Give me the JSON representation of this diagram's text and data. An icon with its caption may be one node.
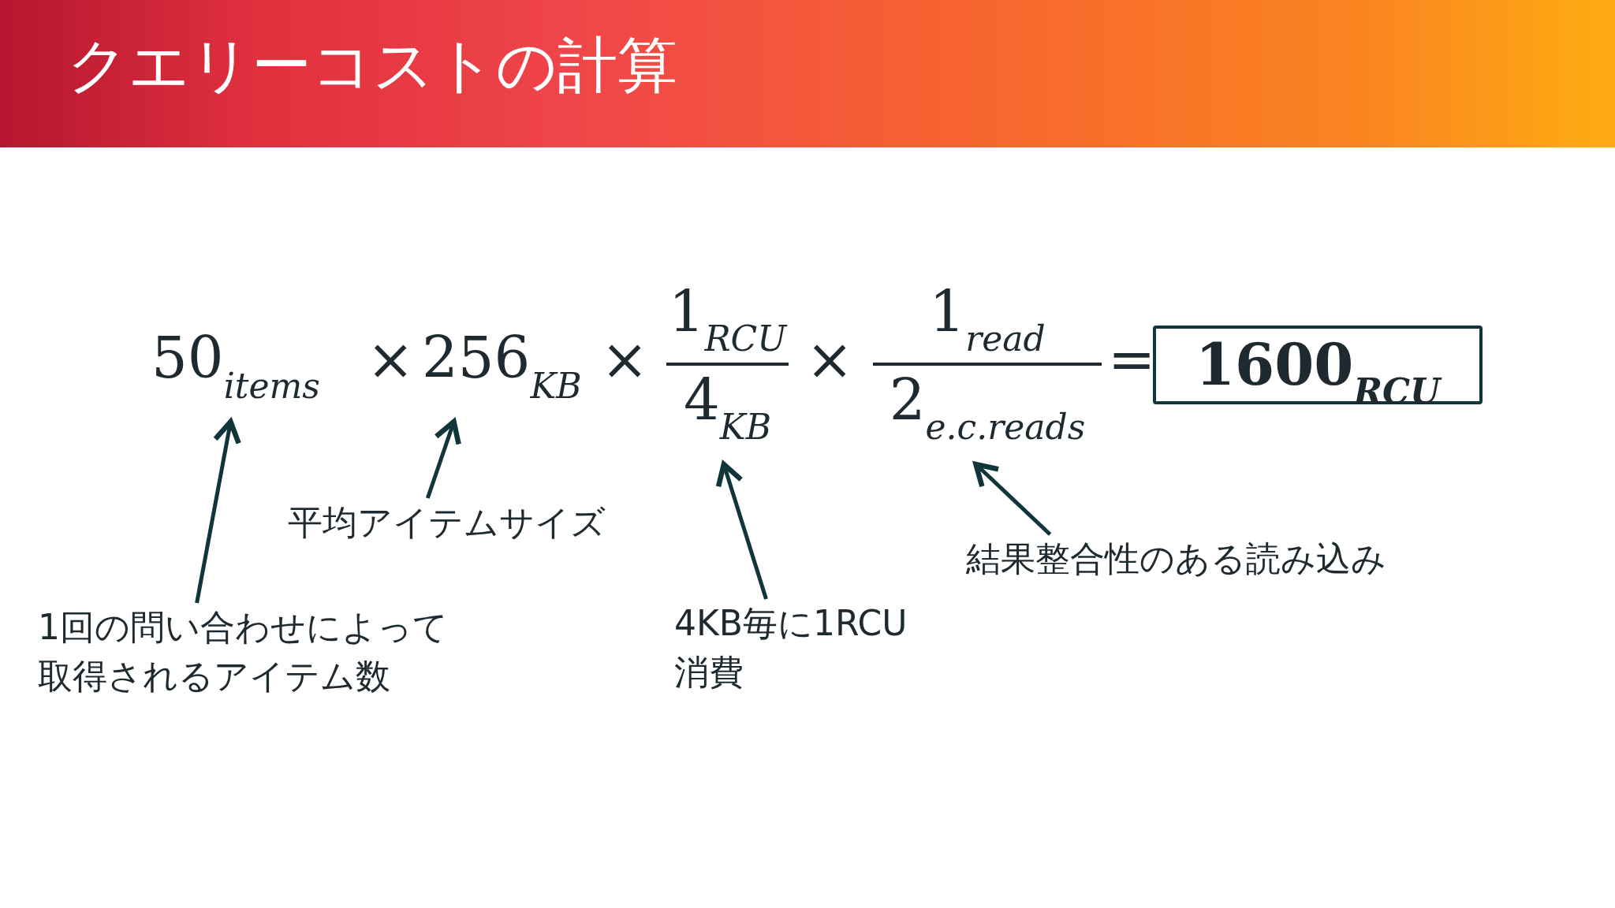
{
  "diagram": {
    "title": "クエリーコストの計算",
    "nodes": [
      {
        "text": [
          "50$_{items}$"
        ]
      },
      {
        "text": [
          "256$_{KB}$"
        ]
      },
      {
        "text": [
          "1$_{RCU}$"
        ]
      },
      {
        "text": [
          "4$_{KB}$"
        ]
      },
      {
        "text": [
          "1$_{read}$"
        ]
      },
      {
        "text": [
          "2$_{e.c.reads}$"
        ]
      },
      {
        "text": [
          "1600$_{RCU}$"
        ]
      },
      {
        "text": [
          "1回の問い合わせによって取得されるアイテム数"
        ]
      },
      {
        "text": [
          "平均アイテムサイズ"
        ]
      },
      {
        "text": [
          "4KB毎に1RCU消費"
        ]
      },
      {
        "text": [
          "結果整合性のある読み込み"
        ]
      }
    ],
    "edges": [
      {
        "from": 7,
        "to": 0,
        "arrow": "to"
      },
      {
        "from": 8,
        "to": 1,
        "arrow": "to"
      },
      {
        "from": 9,
        "to": 3,
        "arrow": "to"
      },
      {
        "from": 10,
        "to": 5,
        "arrow": "to"
      }
    ],
    "labels": [
      "×",
      "×",
      "×",
      "="
    ]
  }
}
